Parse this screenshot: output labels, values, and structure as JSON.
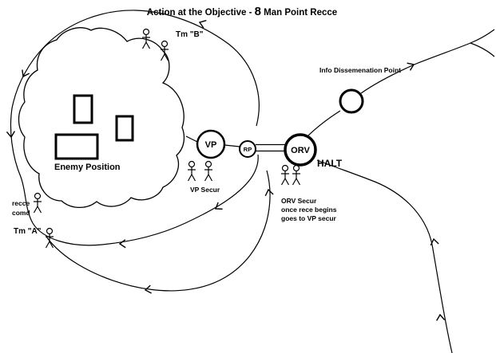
{
  "title": {
    "pre": "Action at the Objective - ",
    "num": "8",
    "post": " Man Point Recce"
  },
  "nodes": {
    "vp": "VP",
    "rp": "RP",
    "orv": "ORV"
  },
  "labels": {
    "tm_b": "Tm \"B\"",
    "info_point": "Info Dissemenation Point",
    "enemy_position": "Enemy Position",
    "halt": "HALT",
    "vp_secur": "VP Secur",
    "orv_secur": [
      "ORV Secur",
      "once rece begins",
      "goes to VP secur"
    ],
    "recce_comd": [
      "recce",
      "comd"
    ],
    "tm_a": "Tm \"A\""
  }
}
